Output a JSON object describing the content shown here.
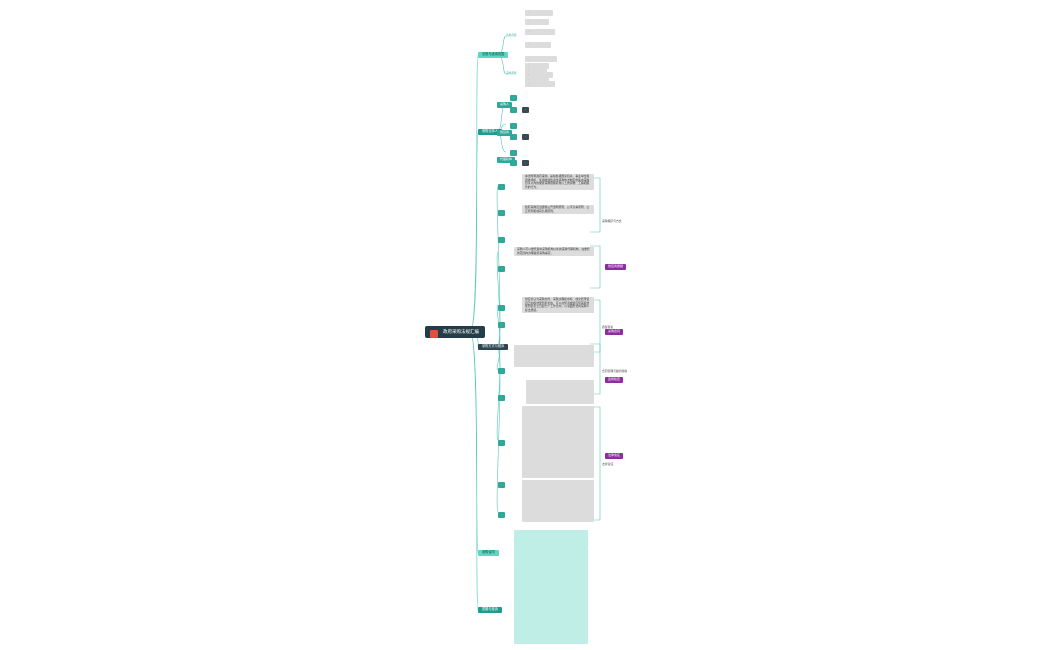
{
  "root": {
    "title": "政府采购法规汇编"
  },
  "branches": {
    "b1": "总则与适用范围",
    "b2": "采购当事人",
    "b3": "采购方式与程序",
    "b4": "采购合同",
    "b5": "质疑与投诉"
  },
  "summaries": {
    "s1": "采购程序与方式",
    "s2": "质疑答复",
    "s3": "合同管理与履约验收",
    "s4": "法律责任"
  },
  "callouts": {
    "c1": "供应商质疑",
    "c2": "采购合同",
    "c3": "监督检查",
    "c4": "法律责任"
  },
  "sub": {
    "a1": "适用范围",
    "a2": "采购原则",
    "b1": "采购人",
    "b2": "供应商",
    "b3": "代理机构"
  },
  "texts": {
    "t1": "本法所称政府采购，是指各级国家机关、事业单位和团体组织，使用财政性资金采购依法制定的集中采购目录以内的或者采购限额标准以上的货物、工程和服务的行为。",
    "t2": "政府采购应当遵循公开透明原则、公平竞争原则、公正原则和诚实信用原则。",
    "t3": "采购人可以委托集中采购机构以外的采购代理机构，在委托的范围内办理政府采购事宜。",
    "t4": "供应商认为采购文件、采购过程和中标、成交结果使自己的权益受到损害的，可以在知道或者应知其权益受到损害之日起七个工作日内，以书面形式向采购人提出质疑。"
  }
}
